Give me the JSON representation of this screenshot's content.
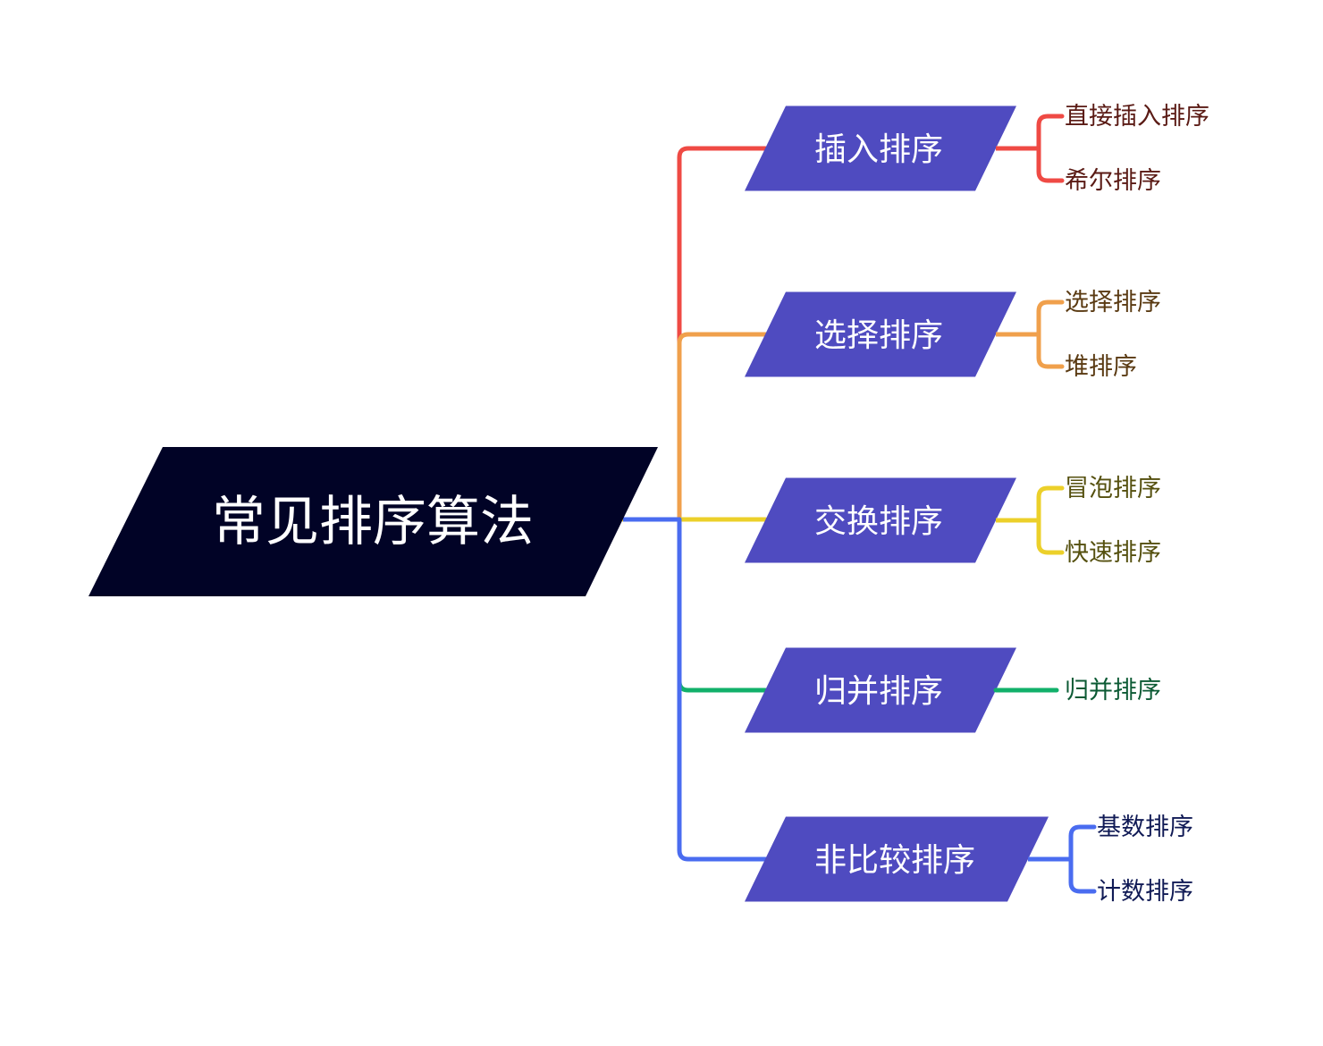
{
  "root": {
    "label": "常见排序算法",
    "fill": "#010326",
    "text_color": "#ffffff"
  },
  "branch_node_fill": "#4f4bc0",
  "branch_text_color": "#ffffff",
  "branches": [
    {
      "label": "插入排序",
      "color": "#ef4a44",
      "leaf_text_color": "#5a1a14",
      "leaves": [
        "直接插入排序",
        "希尔排序"
      ]
    },
    {
      "label": "选择排序",
      "color": "#f0a04c",
      "leaf_text_color": "#5a3a12",
      "leaves": [
        "选择排序",
        "堆排序"
      ]
    },
    {
      "label": "交换排序",
      "color": "#ecd02a",
      "leaf_text_color": "#55500f",
      "leaves": [
        "冒泡排序",
        "快速排序"
      ]
    },
    {
      "label": "归并排序",
      "color": "#11b06a",
      "leaf_text_color": "#0c5a34",
      "leaves": [
        "归并排序"
      ]
    },
    {
      "label": "非比较排序",
      "color": "#4a6cf0",
      "leaf_text_color": "#101a55",
      "leaves": [
        "基数排序",
        "计数排序"
      ]
    }
  ]
}
